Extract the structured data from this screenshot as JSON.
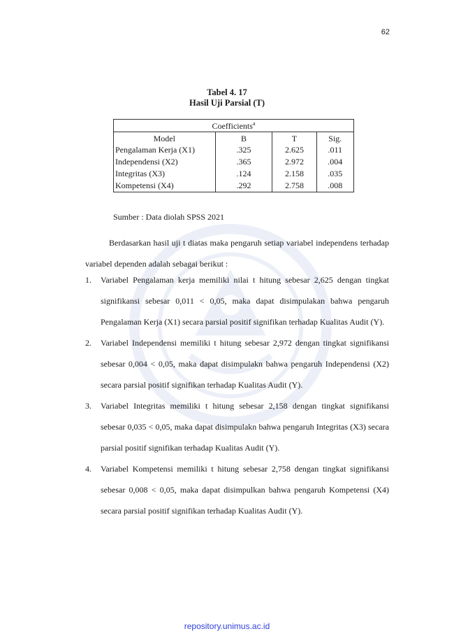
{
  "page_number": "62",
  "caption": {
    "line1": "Tabel 4. 17",
    "line2": "Hasil Uji Parsial (T)"
  },
  "table": {
    "title": "Coefficients",
    "title_sup": "a",
    "headers": [
      "Model",
      "B",
      "T",
      "Sig."
    ],
    "rows": [
      [
        "Pengalaman Kerja (X1)",
        ".325",
        "2.625",
        ".011"
      ],
      [
        "Independensi (X2)",
        ".365",
        "2.972",
        ".004"
      ],
      [
        "Integritas (X3)",
        ".124",
        "2.158",
        ".035"
      ],
      [
        "Kompetensi (X4)",
        ".292",
        "2.758",
        ".008"
      ]
    ]
  },
  "source": "Sumber : Data diolah SPSS 2021",
  "intro": "Berdasarkan hasil uji t diatas maka pengaruh setiap variabel independens terhadap variabel dependen adalah sebagai berikut :",
  "items": [
    {
      "num": "1.",
      "text": "Variabel Pengalaman kerja memiliki nilai t hitung sebesar 2,625 dengan tingkat signifikansi sebesar 0,011 < 0,05, maka dapat disimpulakan bahwa pengaruh Pengalaman Kerja (X1) secara parsial positif signifikan terhadap Kualitas Audit (Y)."
    },
    {
      "num": "2.",
      "text": "Variabel Independensi memiliki t hitung sebesar 2,972 dengan tingkat signifikansi sebesar 0,004 < 0,05, maka dapat disimpulakn bahwa pengaruh Independensi (X2) secara parsial positif signifikan terhadap Kualitas Audit (Y)."
    },
    {
      "num": "3.",
      "text": "Variabel Integritas memiliki t hitung sebesar 2,158 dengan tingkat signifikansi sebesar 0,035 < 0,05, maka dapat disimpulakn bahwa pengaruh Integritas (X3) secara parsial positif signifikan terhadap Kualitas Audit (Y)."
    },
    {
      "num": "4.",
      "text": "Variabel Kompetensi memiliki t hitung sebesar 2,758 dengan tingkat signifikansi sebesar 0,008 < 0,05, maka dapat disimpulkan bahwa pengaruh Kompetensi (X4) secara parsial positif signifikan terhadap Kualitas Audit (Y)."
    }
  ],
  "footer": "repository.unimus.ac.id",
  "colors": {
    "footer_link": "#2f3fd8",
    "watermark": "#3a5bb0"
  }
}
